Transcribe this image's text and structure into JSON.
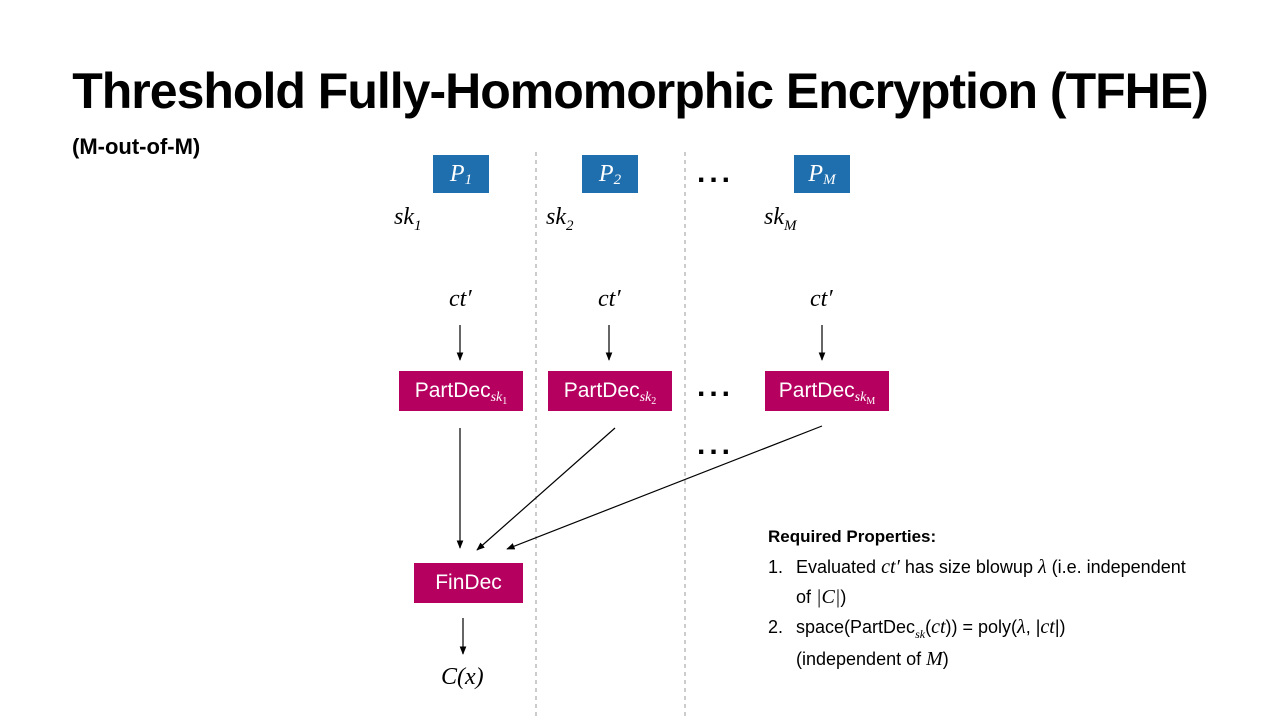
{
  "slide": {
    "title": "Threshold Fully-Homomorphic Encryption (TFHE)",
    "subtitle": "(M-out-of-M)"
  },
  "parties": [
    {
      "label": "P",
      "sub": "1",
      "key": "sk",
      "key_sub": "1"
    },
    {
      "label": "P",
      "sub": "2",
      "key": "sk",
      "key_sub": "2"
    },
    {
      "label": "P",
      "sub": "M",
      "key": "sk",
      "key_sub": "M"
    }
  ],
  "ellipsis": "...",
  "ciphertext": "ct′",
  "partdec": {
    "label": "PartDec",
    "sub": "sk",
    "subs": [
      "1",
      "2",
      "M"
    ]
  },
  "findec": {
    "label": "FinDec"
  },
  "output": "C(x)",
  "properties": {
    "heading": "Required Properties:",
    "item1": {
      "num": "1.",
      "a": "Evaluated ",
      "ct": "ct′",
      "b": " has size blowup ",
      "lambda": "λ",
      "c": " (i.e. independent",
      "line2a": "of ",
      "line2b": "|C|",
      "line2c": ")"
    },
    "item2": {
      "num": "2.",
      "a": "space(PartDec",
      "sk": "sk",
      "b": "(",
      "ct": "ct",
      "c": ")) = poly(",
      "lambda": "λ",
      "d": ", |",
      "ct2": "ct",
      "e": "|)",
      "line2a": "(independent of ",
      "line2b": "M",
      "line2c": ")"
    }
  }
}
